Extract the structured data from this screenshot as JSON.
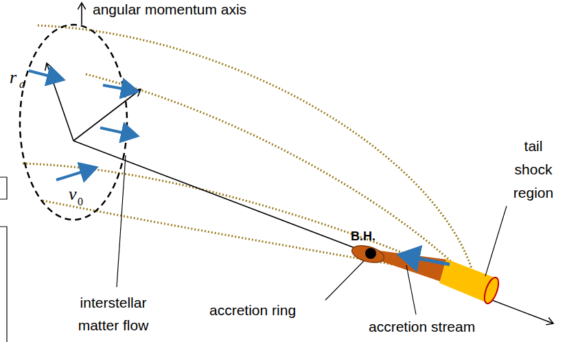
{
  "diagram": {
    "labels": [
      "angular momentum axis",
      "r",
      "a",
      "v",
      "0",
      "B.H.",
      "tail shock region",
      "interstellar matter flow",
      "accretion ring",
      "accretion stream"
    ]
  }
}
